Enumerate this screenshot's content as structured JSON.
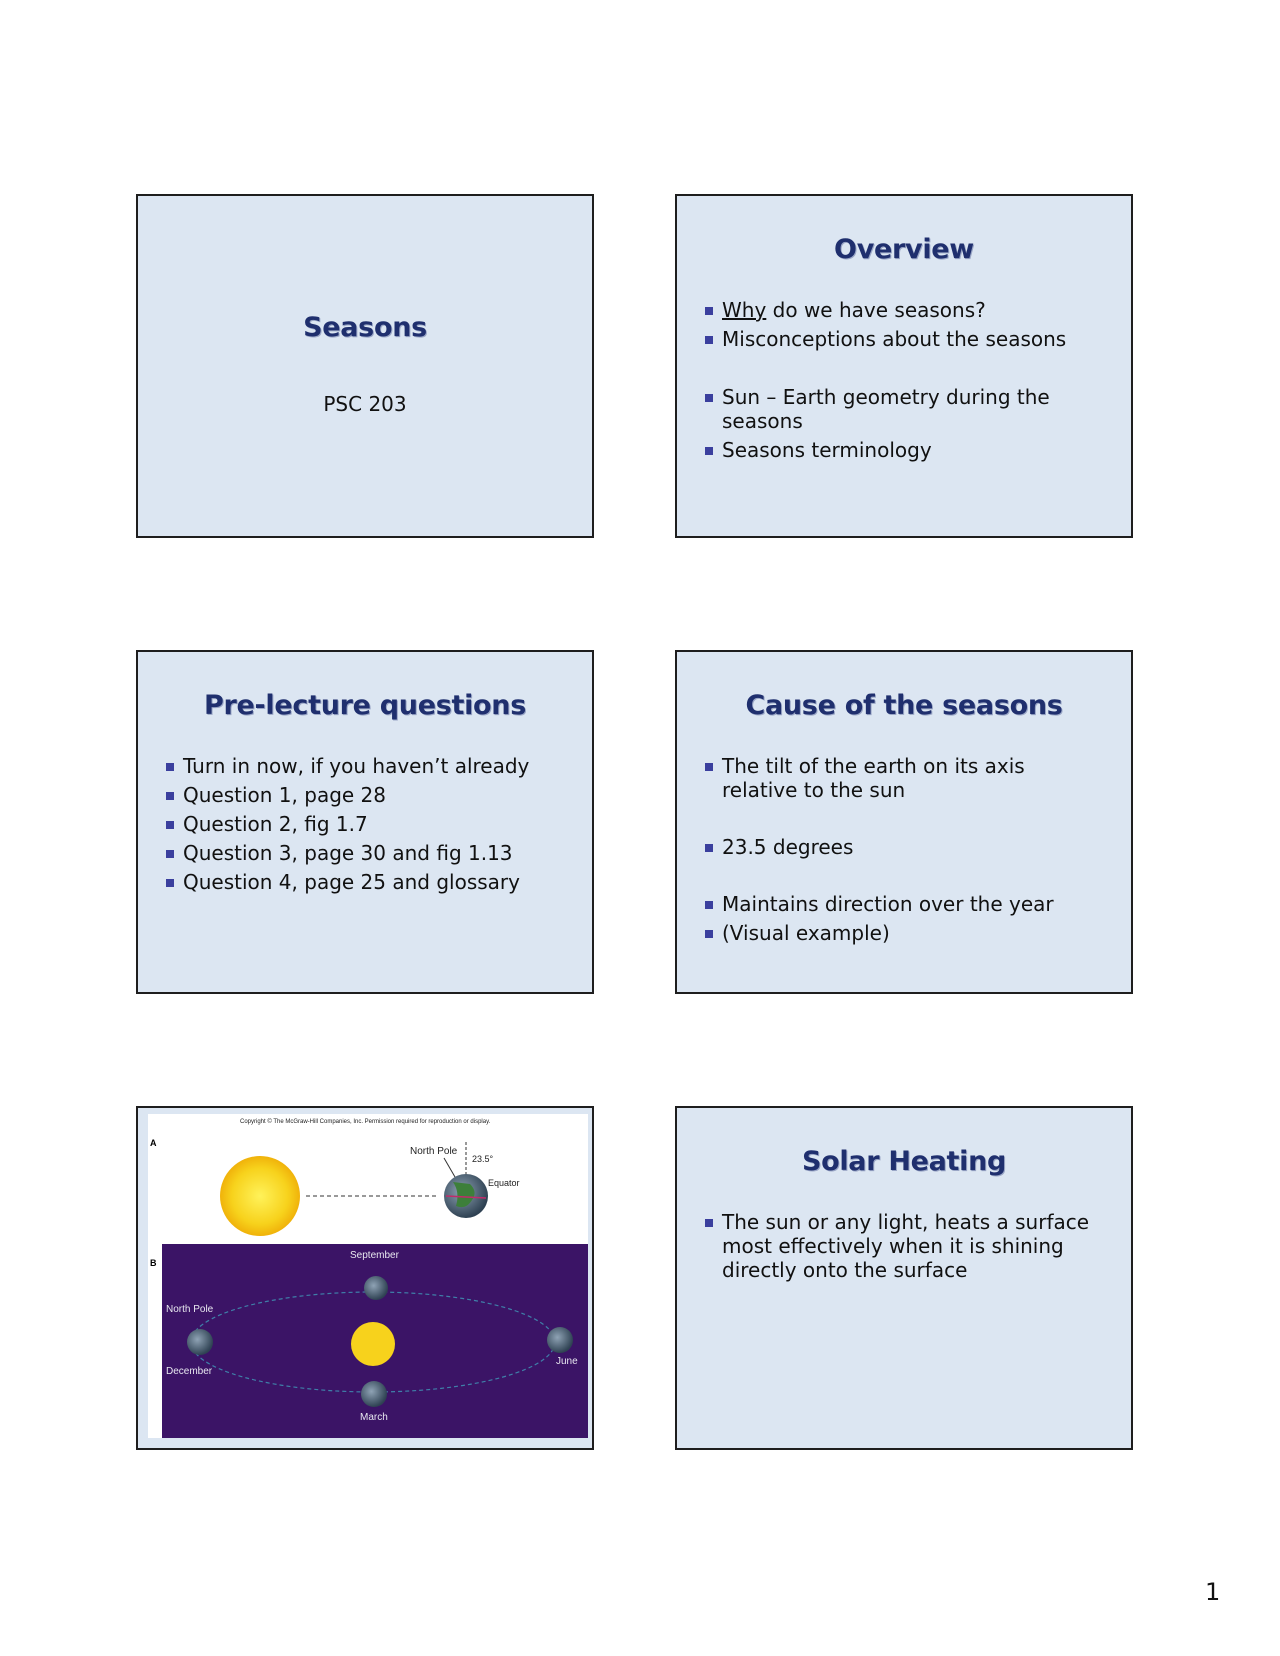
{
  "slides": [
    {
      "title": "Seasons",
      "subtitle": "PSC 203"
    },
    {
      "title": "Overview",
      "bullets": [
        {
          "lead": "Why",
          "text": " do we have seasons?"
        },
        {
          "text": "Misconceptions about the seasons"
        },
        {
          "text": "Sun – Earth geometry during the seasons"
        },
        {
          "text": "Seasons terminology"
        }
      ]
    },
    {
      "title": "Pre-lecture questions",
      "bullets": [
        "Turn in now, if you haven’t already",
        "Question 1, page 28",
        "Question 2, fig 1.7",
        "Question 3, page 30 and fig 1.13",
        "Question 4, page 25 and glossary"
      ]
    },
    {
      "title": "Cause of the seasons",
      "bullets": [
        "The tilt of the earth on its axis relative to the sun",
        "23.5 degrees",
        "Maintains direction over the year",
        "(Visual example)"
      ]
    },
    {
      "figure": {
        "copyright": "Copyright © The McGraw-Hill Companies, Inc. Permission required for reproduction or display.",
        "panel_a_label": "A",
        "panel_b_label": "B",
        "north_pole_label": "North Pole",
        "angle_label": "23.5°",
        "equator_label": "Equator",
        "september_label": "September",
        "north_pole_label_b": "North Pole",
        "december_label": "December",
        "june_label": "June",
        "march_label": "March",
        "colors": {
          "sun": "#f7d21c",
          "orbit_bg": "#3b1466",
          "orbit_line": "#3f7fa8"
        }
      }
    },
    {
      "title": "Solar Heating",
      "bullets": [
        "The sun or any light, heats a surface most effectively when it is shining directly onto the surface"
      ]
    }
  ],
  "page_number": "1"
}
